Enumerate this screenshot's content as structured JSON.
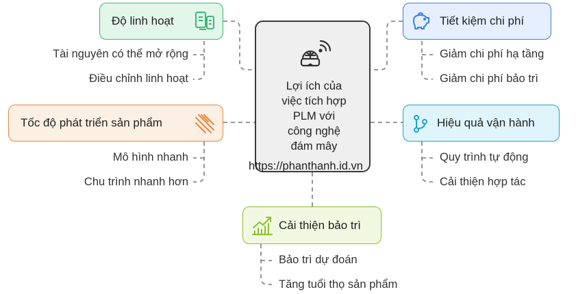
{
  "center": {
    "lines": [
      "Lợi ích của",
      "việc tích hợp",
      "PLM với",
      "công nghệ",
      "đám mây"
    ],
    "url": "https://phanthanh.id.vn"
  },
  "branches": {
    "flexibility": {
      "title": "Độ linh hoạt",
      "color": "#3cb77a",
      "items": [
        "Tài nguyên có thể mở rộng",
        "Điều chỉnh linh hoạt"
      ]
    },
    "speed": {
      "title": "Tốc độ phát triển sản phẩm",
      "color": "#e8873a",
      "items": [
        "Mô hình nhanh",
        "Chu trình nhanh hơn"
      ]
    },
    "cost": {
      "title": "Tiết kiệm chi phí",
      "color": "#3b7fdc",
      "items": [
        "Giảm chi phí hạ tầng",
        "Giảm chi phí bảo trì"
      ]
    },
    "efficiency": {
      "title": "Hiệu quả vận hành",
      "color": "#1aa3cf",
      "items": [
        "Quy trình tự động",
        "Cải thiện hợp tác"
      ]
    },
    "maintenance": {
      "title": "Cải thiện bảo trì",
      "color": "#8dbf2f",
      "items": [
        "Bảo trì dự đoán",
        "Tăng tuổi thọ sản phẩm"
      ]
    }
  }
}
